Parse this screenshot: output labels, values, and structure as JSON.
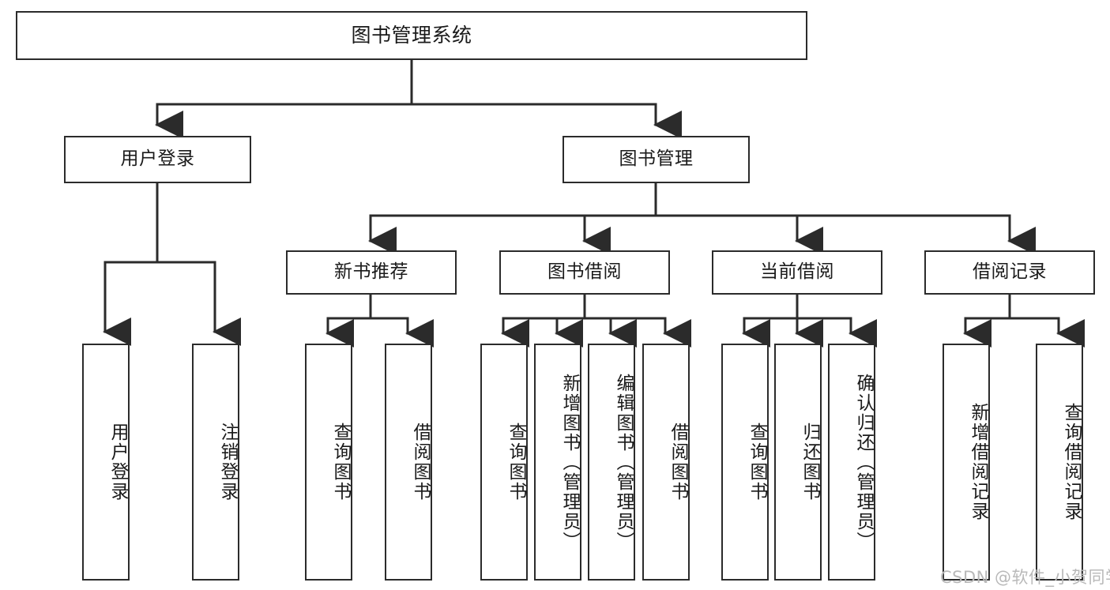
{
  "diagram": {
    "type": "hierarchy-tree",
    "title": "图书管理系统",
    "background": "#ffffff",
    "line_color": "#2b2b2b",
    "text_color": "#1a1a1a",
    "nodes": {
      "root": {
        "label": "图书管理系统"
      },
      "level2": [
        {
          "id": "user-login",
          "label": "用户登录"
        },
        {
          "id": "book-manage",
          "label": "图书管理"
        }
      ],
      "level3": [
        {
          "id": "new-book-recommend",
          "label": "新书推荐"
        },
        {
          "id": "book-borrow",
          "label": "图书借阅"
        },
        {
          "id": "current-borrow",
          "label": "当前借阅"
        },
        {
          "id": "borrow-record",
          "label": "借阅记录"
        }
      ],
      "leaves": [
        {
          "id": "leaf-user-login",
          "label": "用户登录",
          "parent": "user-login"
        },
        {
          "id": "leaf-user-logout",
          "label": "注销登录",
          "parent": "user-login"
        },
        {
          "id": "leaf-query-book-1",
          "label": "查询图书",
          "parent": "new-book-recommend"
        },
        {
          "id": "leaf-borrow-book-1",
          "label": "借阅图书",
          "parent": "new-book-recommend"
        },
        {
          "id": "leaf-query-book-2",
          "label": "查询图书",
          "parent": "book-borrow"
        },
        {
          "id": "leaf-add-book",
          "label": "新增图书（管理员）",
          "parent": "book-borrow"
        },
        {
          "id": "leaf-edit-book",
          "label": "编辑图书（管理员）",
          "parent": "book-borrow"
        },
        {
          "id": "leaf-borrow-book-2",
          "label": "借阅图书",
          "parent": "book-borrow"
        },
        {
          "id": "leaf-query-book-3",
          "label": "查询图书",
          "parent": "current-borrow"
        },
        {
          "id": "leaf-return-book",
          "label": "归还图书",
          "parent": "current-borrow"
        },
        {
          "id": "leaf-confirm-return",
          "label": "确认归还（管理员）",
          "parent": "current-borrow"
        },
        {
          "id": "leaf-add-record",
          "label": "新增借阅记录",
          "parent": "borrow-record"
        },
        {
          "id": "leaf-query-record",
          "label": "查询借阅记录",
          "parent": "borrow-record"
        }
      ]
    },
    "watermark": "CSDN @软件_小贺同学"
  }
}
